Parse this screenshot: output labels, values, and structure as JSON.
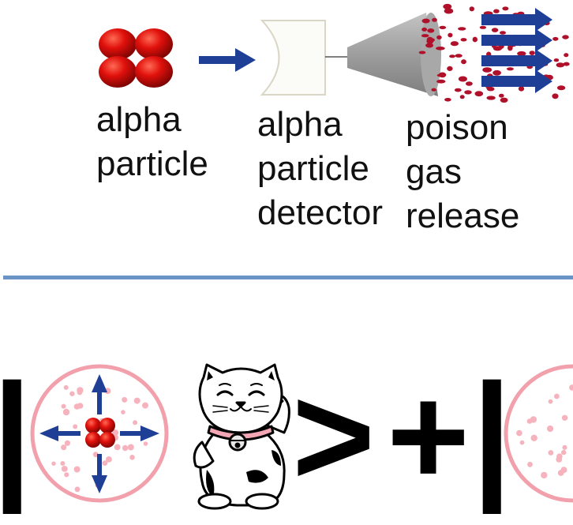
{
  "top_panel": {
    "labels": {
      "alpha_particle": [
        "alpha",
        "particle"
      ],
      "detector": [
        "alpha",
        "particle",
        "detector"
      ],
      "poison_gas": [
        "poison",
        "gas",
        "release"
      ]
    }
  },
  "bottom_panel": {
    "ket_open_left": "|",
    "ket_close": ">",
    "plus_sign": "+",
    "ket_open_right": "|"
  },
  "colors": {
    "nucleus_red": "#e0100c",
    "arrow_blue": "#1f3f96",
    "gas_red": "#b0102a",
    "divider_blue": "#6a94c6",
    "halo_pink": "#f2a0ab",
    "dot_pink": "#f6b3bd",
    "cone_gray": "#9a9a9a",
    "collar_pink": "#f3a7b4"
  },
  "icons": [
    "alpha-particle-icon",
    "arrow-right-icon",
    "detector-icon",
    "gas-cone-icon",
    "gas-cloud-icon",
    "decaying-atom-icon",
    "lucky-cat-icon",
    "atom-icon"
  ]
}
